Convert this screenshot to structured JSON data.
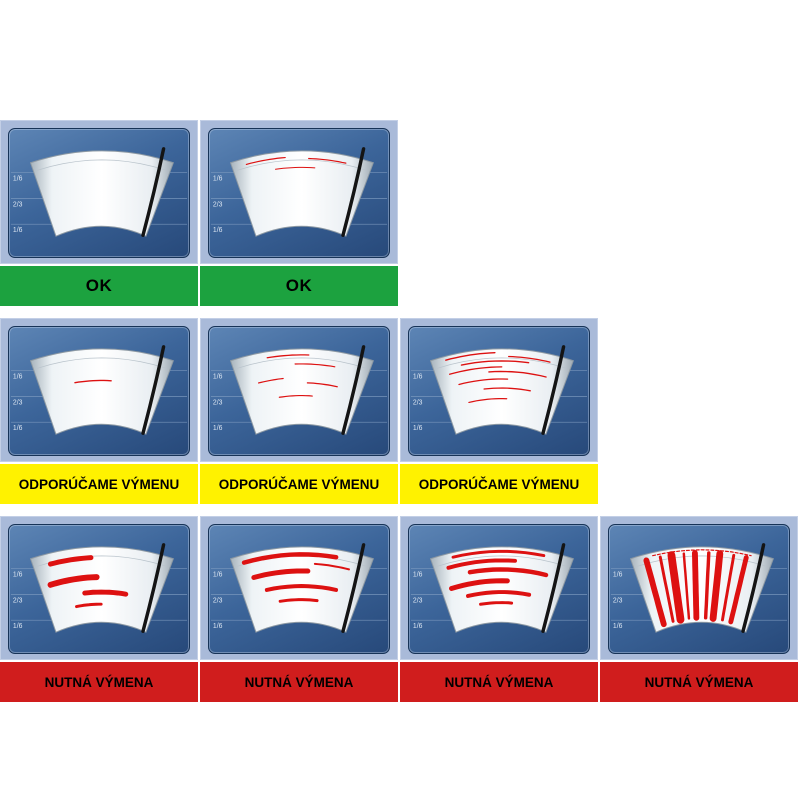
{
  "colors": {
    "page_bg": "#ffffff",
    "panel_bg": "#a9bad9",
    "panel_inner_top": "#5d85b5",
    "panel_inner_bottom": "#27497a",
    "grid_line": "#7f9cc0",
    "zone_text": "#dce6f2",
    "fan_edge": "#8d99a3",
    "fan_inner_line": "#b9c3cb",
    "blade": "#141414",
    "streak": "#dd1111",
    "status_ok_bg": "#1ca23f",
    "status_warn_bg": "#fff200",
    "status_bad_bg": "#d01d1d",
    "status_text": "#000000"
  },
  "zone_labels": [
    "1/6",
    "2/3",
    "1/6"
  ],
  "rows": [
    {
      "label": "OK",
      "status": "ok",
      "panel_count": 2
    },
    {
      "label": "ODPORÚČAME VÝMENU",
      "status": "warn",
      "panel_count": 3
    },
    {
      "label": "NUTNÁ VÝMENA",
      "status": "bad",
      "panel_count": 4
    }
  ],
  "panels": [
    {
      "row": 0,
      "col": 0,
      "streaks": []
    },
    {
      "row": 0,
      "col": 1,
      "streaks": [
        {
          "t": 0.08,
          "a": 0.1,
          "b": 0.38,
          "w": 1.2
        },
        {
          "t": 0.1,
          "a": 0.55,
          "b": 0.82,
          "w": 1.2
        },
        {
          "t": 0.22,
          "a": 0.3,
          "b": 0.6,
          "w": 1.0
        }
      ]
    },
    {
      "row": 1,
      "col": 0,
      "streaks": [
        {
          "t": 0.42,
          "a": 0.28,
          "b": 0.58,
          "w": 1.4
        }
      ]
    },
    {
      "row": 1,
      "col": 1,
      "streaks": [
        {
          "t": 0.08,
          "a": 0.25,
          "b": 0.55,
          "w": 1.3
        },
        {
          "t": 0.2,
          "a": 0.45,
          "b": 0.75,
          "w": 1.2
        },
        {
          "t": 0.38,
          "a": 0.15,
          "b": 0.35,
          "w": 1.2
        },
        {
          "t": 0.45,
          "a": 0.55,
          "b": 0.8,
          "w": 1.3
        },
        {
          "t": 0.62,
          "a": 0.3,
          "b": 0.6,
          "w": 1.2
        }
      ]
    },
    {
      "row": 1,
      "col": 2,
      "streaks": [
        {
          "t": 0.05,
          "a": 0.1,
          "b": 0.45,
          "w": 1.4
        },
        {
          "t": 0.1,
          "a": 0.55,
          "b": 0.85,
          "w": 1.3
        },
        {
          "t": 0.16,
          "a": 0.2,
          "b": 0.7,
          "w": 1.4
        },
        {
          "t": 0.24,
          "a": 0.1,
          "b": 0.5,
          "w": 1.3
        },
        {
          "t": 0.3,
          "a": 0.4,
          "b": 0.85,
          "w": 1.4
        },
        {
          "t": 0.4,
          "a": 0.15,
          "b": 0.55,
          "w": 1.3
        },
        {
          "t": 0.52,
          "a": 0.35,
          "b": 0.75,
          "w": 1.3
        },
        {
          "t": 0.66,
          "a": 0.2,
          "b": 0.55,
          "w": 1.2
        }
      ]
    },
    {
      "row": 2,
      "col": 0,
      "streaks": [
        {
          "t": 0.14,
          "a": 0.12,
          "b": 0.42,
          "w": 5
        },
        {
          "t": 0.4,
          "a": 0.08,
          "b": 0.46,
          "w": 6
        },
        {
          "t": 0.6,
          "a": 0.35,
          "b": 0.72,
          "w": 5
        },
        {
          "t": 0.76,
          "a": 0.26,
          "b": 0.5,
          "w": 3
        }
      ]
    },
    {
      "row": 2,
      "col": 1,
      "streaks": [
        {
          "t": 0.1,
          "a": 0.08,
          "b": 0.75,
          "w": 4.5
        },
        {
          "t": 0.22,
          "a": 0.6,
          "b": 0.86,
          "w": 2
        },
        {
          "t": 0.32,
          "a": 0.12,
          "b": 0.55,
          "w": 5
        },
        {
          "t": 0.52,
          "a": 0.2,
          "b": 0.8,
          "w": 4
        },
        {
          "t": 0.7,
          "a": 0.3,
          "b": 0.65,
          "w": 3
        }
      ]
    },
    {
      "row": 2,
      "col": 2,
      "streaks": [
        {
          "t": 0.06,
          "a": 0.15,
          "b": 0.8,
          "w": 3
        },
        {
          "t": 0.18,
          "a": 0.1,
          "b": 0.6,
          "w": 4
        },
        {
          "t": 0.3,
          "a": 0.25,
          "b": 0.85,
          "w": 4.5
        },
        {
          "t": 0.45,
          "a": 0.08,
          "b": 0.55,
          "w": 5
        },
        {
          "t": 0.6,
          "a": 0.2,
          "b": 0.75,
          "w": 4
        },
        {
          "t": 0.74,
          "a": 0.3,
          "b": 0.6,
          "w": 3
        }
      ]
    },
    {
      "row": 2,
      "col": 3,
      "streaks": [
        {
          "t": 0.04,
          "a": 0.15,
          "b": 0.85,
          "w": 1.2,
          "dash": true
        },
        {
          "v": true,
          "f": 0.1,
          "w": 6
        },
        {
          "v": true,
          "f": 0.2,
          "w": 3
        },
        {
          "v": true,
          "f": 0.28,
          "w": 8
        },
        {
          "v": true,
          "f": 0.37,
          "w": 2.5
        },
        {
          "v": true,
          "f": 0.45,
          "w": 6
        },
        {
          "v": true,
          "f": 0.55,
          "w": 3.5
        },
        {
          "v": true,
          "f": 0.63,
          "w": 7
        },
        {
          "v": true,
          "f": 0.73,
          "w": 3
        },
        {
          "v": true,
          "f": 0.82,
          "w": 5
        }
      ]
    }
  ]
}
